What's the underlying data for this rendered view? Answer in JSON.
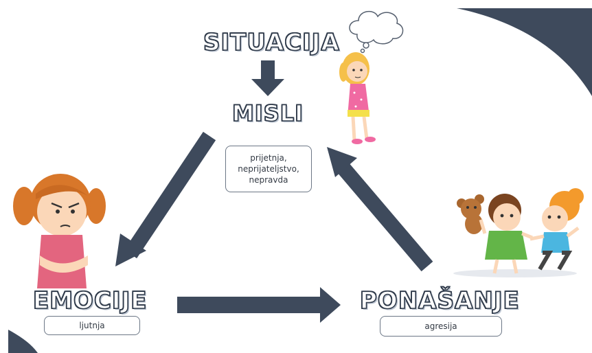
{
  "nodes": {
    "situation": {
      "title": "SITUACIJA"
    },
    "thoughts": {
      "title": "MISLI",
      "box_lines": [
        "prijetnja,",
        "neprijateljstvo,",
        "nepravda"
      ]
    },
    "emotions": {
      "title": "EMOCIJE",
      "box": "ljutnja"
    },
    "behavior": {
      "title": "PONAŠANJE",
      "box": "agresija"
    }
  },
  "colors": {
    "arrow": "#3e4a5c",
    "corner": "#3e4a5c",
    "title_stroke": "#2f3a4a"
  },
  "icons": [
    "thinking-girl-illustration",
    "thought-bubble-icon",
    "angry-girl-illustration",
    "fighting-children-illustration",
    "teddy-bear-icon"
  ]
}
